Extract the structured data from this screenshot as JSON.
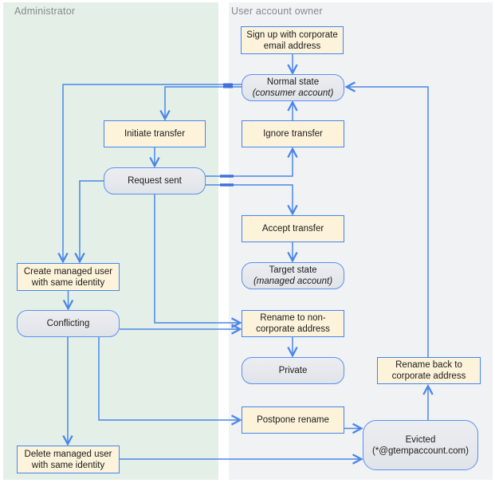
{
  "diagram": {
    "lanes": {
      "administrator": {
        "title": "Administrator"
      },
      "user": {
        "title": "User account owner"
      }
    },
    "nodes": {
      "sign_up": {
        "kind": "action",
        "line1": "Sign up with corporate",
        "line2": "email address"
      },
      "normal_state": {
        "kind": "state",
        "line1": "Normal state",
        "line2": "(consumer account)"
      },
      "initiate_transfer": {
        "kind": "action",
        "line1": "Initiate transfer"
      },
      "ignore_transfer": {
        "kind": "action",
        "line1": "Ignore transfer"
      },
      "request_sent": {
        "kind": "state",
        "line1": "Request sent"
      },
      "accept_transfer": {
        "kind": "action",
        "line1": "Accept transfer"
      },
      "target_state": {
        "kind": "state",
        "line1": "Target state",
        "line2": "(managed account)"
      },
      "create_managed_user": {
        "kind": "action",
        "line1": "Create managed user",
        "line2": "with same identity"
      },
      "conflicting": {
        "kind": "state",
        "line1": "Conflicting"
      },
      "rename_non_corporate": {
        "kind": "action",
        "line1": "Rename to non-",
        "line2": "corporate address"
      },
      "private": {
        "kind": "state",
        "line1": "Private"
      },
      "rename_back": {
        "kind": "action",
        "line1": "Rename back to",
        "line2": "corporate address"
      },
      "postpone_rename": {
        "kind": "action",
        "line1": "Postpone rename"
      },
      "evicted": {
        "kind": "state",
        "line1": "Evicted",
        "line2": "(*@gtempaccount.com)"
      },
      "delete_managed_user": {
        "kind": "action",
        "line1": "Delete managed user",
        "line2": "with same identity"
      }
    },
    "colors": {
      "admin_lane_bg": "#e4f0e7",
      "user_lane_bg": "#f1f2f4",
      "action_fill": "#fdf3da",
      "action_border": "#4285f4",
      "state_fill": "#e6e9ee",
      "state_border": "#5b90f0",
      "connector": "#4a86e8",
      "lane_title_text": "#85898b",
      "node_text": "#1c1c1c"
    }
  }
}
